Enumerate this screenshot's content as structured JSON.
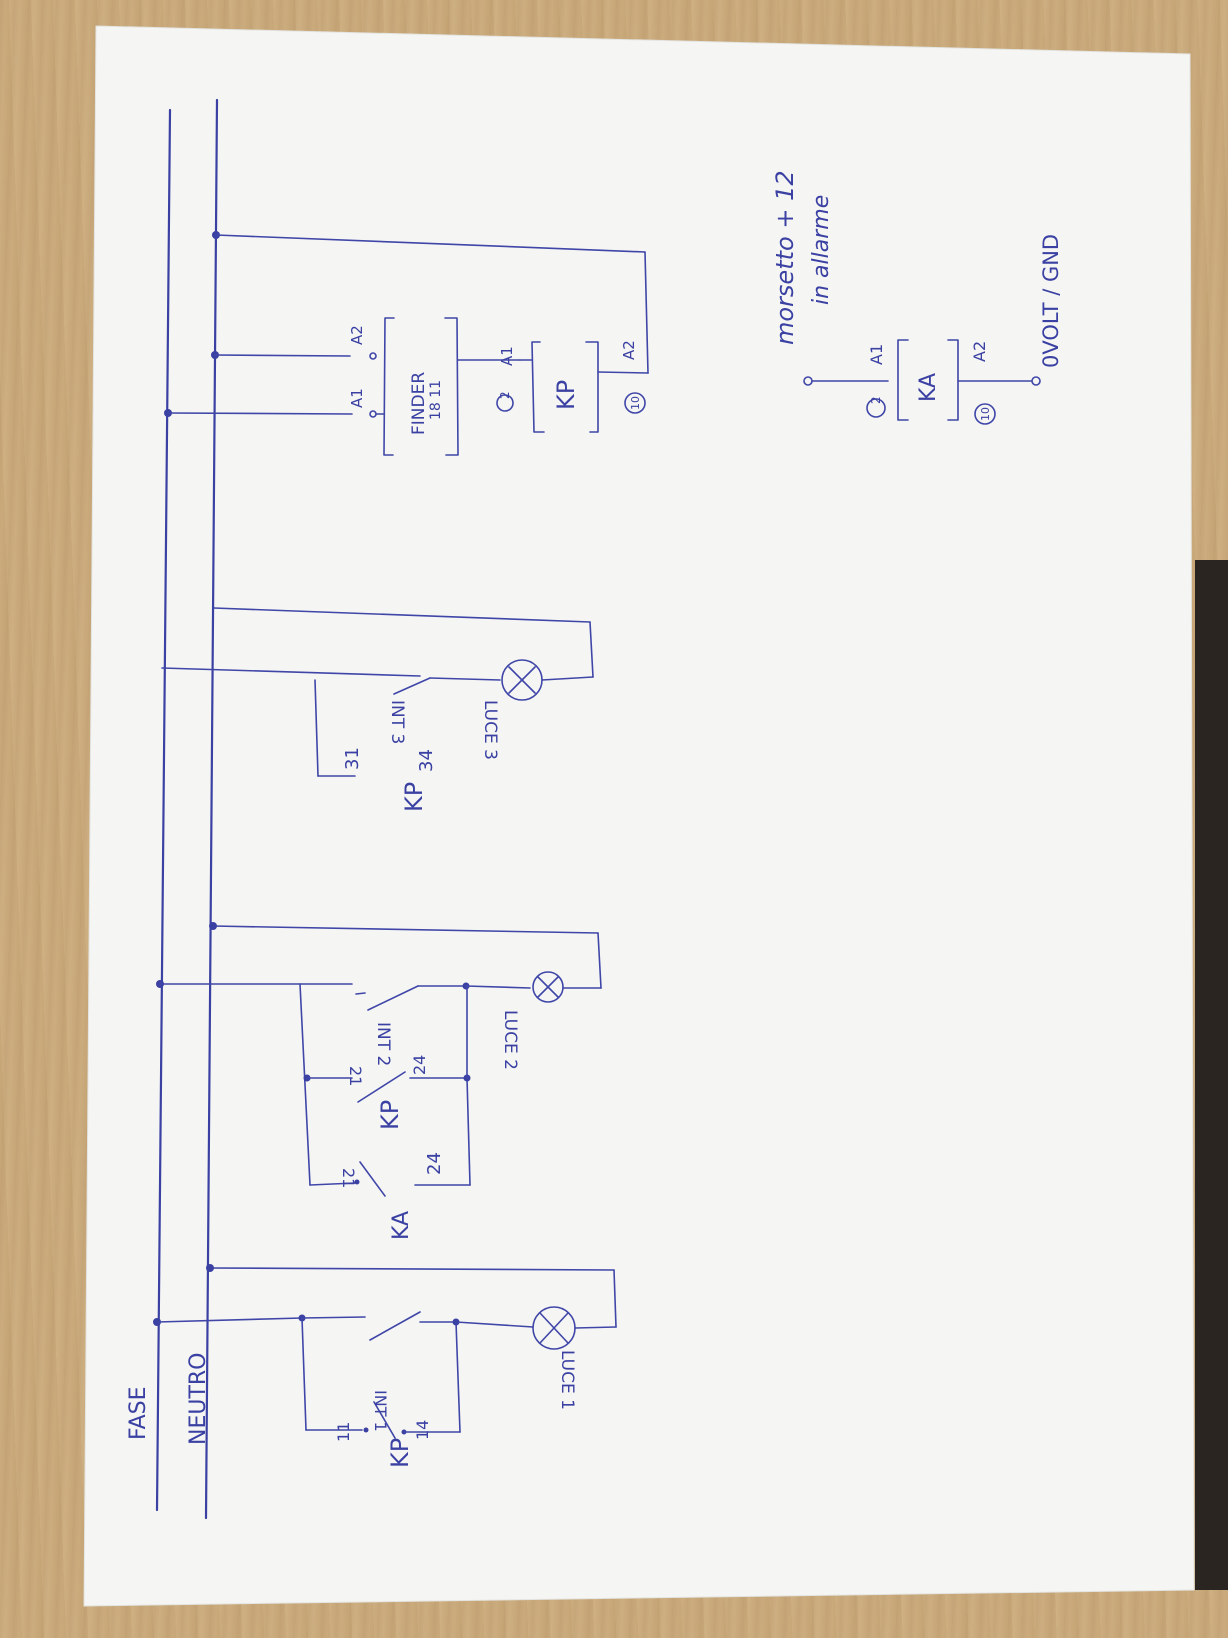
{
  "rails": {
    "phase": "FASE",
    "neutral": "NEUTRO"
  },
  "branch1": {
    "relay": "KP",
    "contact_in": "11",
    "contact_out": "14",
    "switch": "INT 1",
    "lamp": "LUCE 1"
  },
  "branch2": {
    "relay_a": "KA",
    "relay_b": "KP",
    "contact_a_in": "21",
    "contact_a_out": "24",
    "contact_b_in": "21",
    "contact_b_out": "24",
    "switch": "INT 2",
    "lamp": "LUCE 2"
  },
  "branch3": {
    "relay": "KP",
    "contact_in": "31",
    "contact_out": "34",
    "switch": "INT 3",
    "lamp": "LUCE 3"
  },
  "finder": {
    "name": "FINDER",
    "model": "18 11",
    "a1": "A1",
    "a2": "A2"
  },
  "kp_coil": {
    "name": "KP",
    "a1": "A1",
    "a2": "A2",
    "pin_a": "2",
    "pin_b": "10"
  },
  "ka_coil": {
    "name": "KA",
    "a1": "A1",
    "a2": "A2",
    "pin_a": "2",
    "pin_b": "10",
    "note_line1": "morsetto + 12",
    "note_line2": "in allarme",
    "ground": "0VOLT / GND"
  },
  "colors": {
    "ink": "#3a41a3",
    "paper": "#f5f5f3",
    "desk": "#c9a97a"
  }
}
